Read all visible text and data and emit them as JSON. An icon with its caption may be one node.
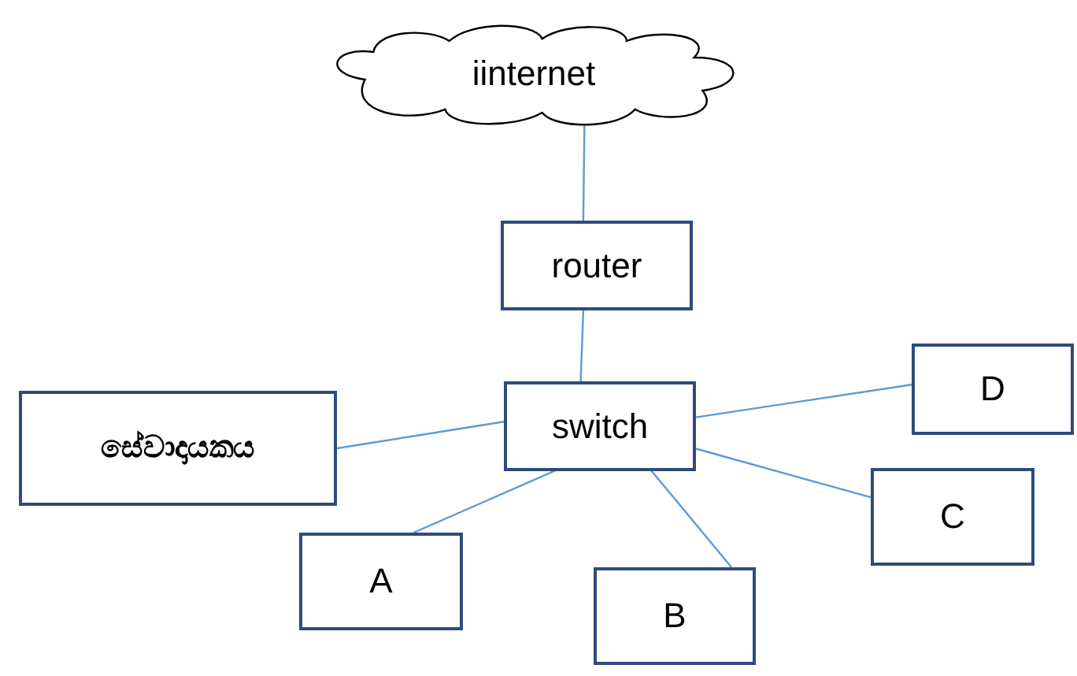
{
  "diagram": {
    "nodes": [
      {
        "text": [
          "iinternet"
        ]
      },
      {
        "text": [
          "router"
        ]
      },
      {
        "text": [
          "switch"
        ]
      },
      {
        "text": [
          "සේවාදායකය"
        ]
      },
      {
        "text": [
          "A"
        ]
      },
      {
        "text": [
          "B"
        ]
      },
      {
        "text": [
          "C"
        ]
      },
      {
        "text": [
          "D"
        ]
      }
    ],
    "edges": [
      {
        "from": 0,
        "to": 1,
        "arrow": "none"
      },
      {
        "from": 1,
        "to": 2,
        "arrow": "none"
      },
      {
        "from": 2,
        "to": 3,
        "arrow": "none"
      },
      {
        "from": 2,
        "to": 4,
        "arrow": "none"
      },
      {
        "from": 2,
        "to": 5,
        "arrow": "none"
      },
      {
        "from": 2,
        "to": 6,
        "arrow": "none"
      },
      {
        "from": 2,
        "to": 7,
        "arrow": "none"
      }
    ]
  }
}
